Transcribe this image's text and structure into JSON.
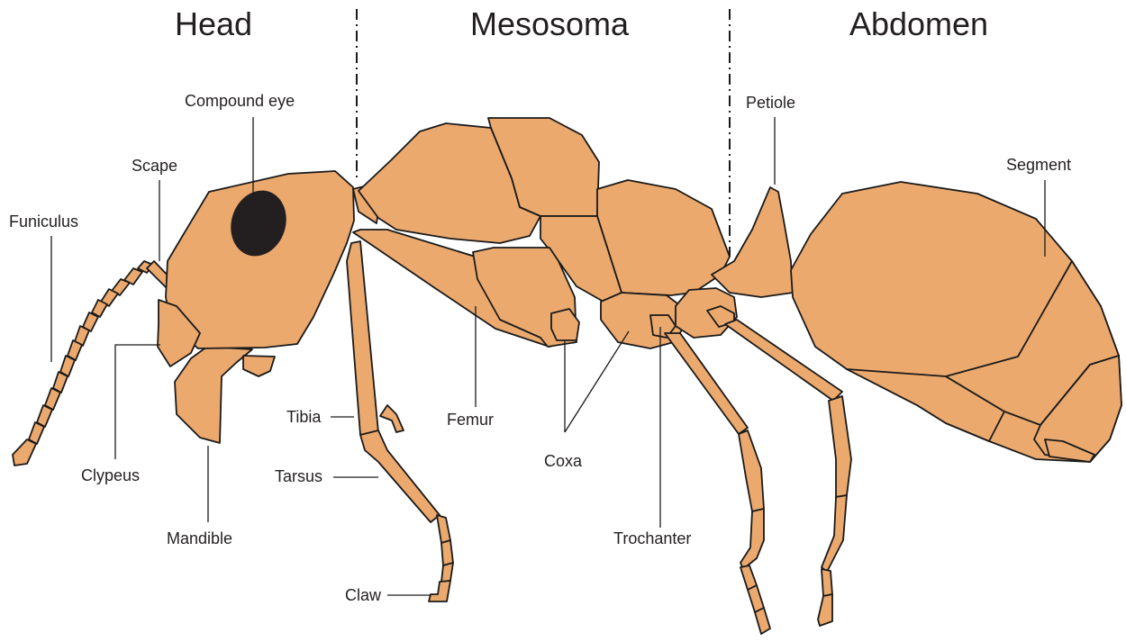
{
  "regions": {
    "head": "Head",
    "mesosoma": "Mesosoma",
    "abdomen": "Abdomen"
  },
  "labels": {
    "compound_eye": "Compound eye",
    "scape": "Scape",
    "funiculus": "Funiculus",
    "clypeus": "Clypeus",
    "mandible": "Mandible",
    "tibia": "Tibia",
    "tarsus": "Tarsus",
    "claw": "Claw",
    "femur": "Femur",
    "coxa": "Coxa",
    "trochanter": "Trochanter",
    "petiole": "Petiole",
    "segment": "Segment"
  },
  "colors": {
    "body": "#eba96e",
    "outline": "#1a1a1a",
    "eye": "#231f20"
  }
}
